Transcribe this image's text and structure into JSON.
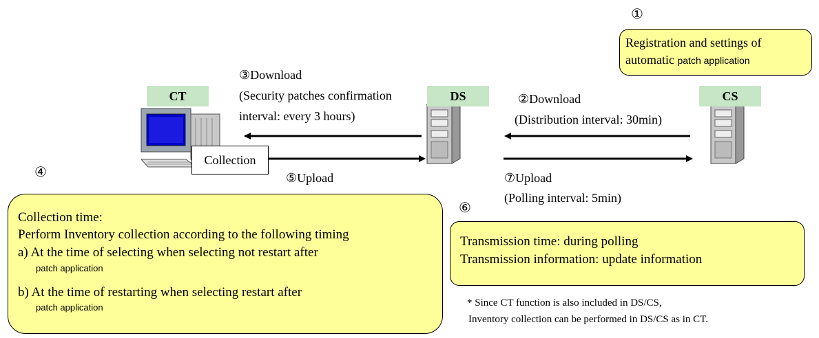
{
  "nodes": {
    "ct": "CT",
    "ds": "DS",
    "cs": "CS"
  },
  "step1": {
    "marker": "①",
    "line1": "Registration and settings of",
    "line2_a": "automatic ",
    "line2_b": "patch application"
  },
  "step2": {
    "label": "②Download",
    "detail": "(Distribution interval: 30min)"
  },
  "step3": {
    "label": "③Download",
    "detail1": "(Security patches confirmation",
    "detail2": "interval: every 3 hours)"
  },
  "step4": {
    "marker": "④",
    "collection_label": "Collection",
    "title": "Collection time:",
    "line1": "Perform Inventory collection according to the following timing",
    "item_a": "a) At the time of selecting when selecting not restart after",
    "item_a_sub": "patch application",
    "item_b": "b) At the time of restarting when selecting restart after",
    "item_b_sub": "patch application"
  },
  "step5": {
    "label": "⑤Upload"
  },
  "step6": {
    "marker": "⑥",
    "line1": "Transmission time: during polling",
    "line2": "Transmission information: update information"
  },
  "step7": {
    "label": "⑦Upload",
    "detail": "(Polling interval: 5min)"
  },
  "footnote": {
    "line1": "* Since CT function is also included in DS/CS,",
    "line2": "Inventory collection can be performed in DS/CS as in CT."
  },
  "colors": {
    "node_label_bg": "#c6e6c6",
    "note_bg": "#ffff99"
  }
}
